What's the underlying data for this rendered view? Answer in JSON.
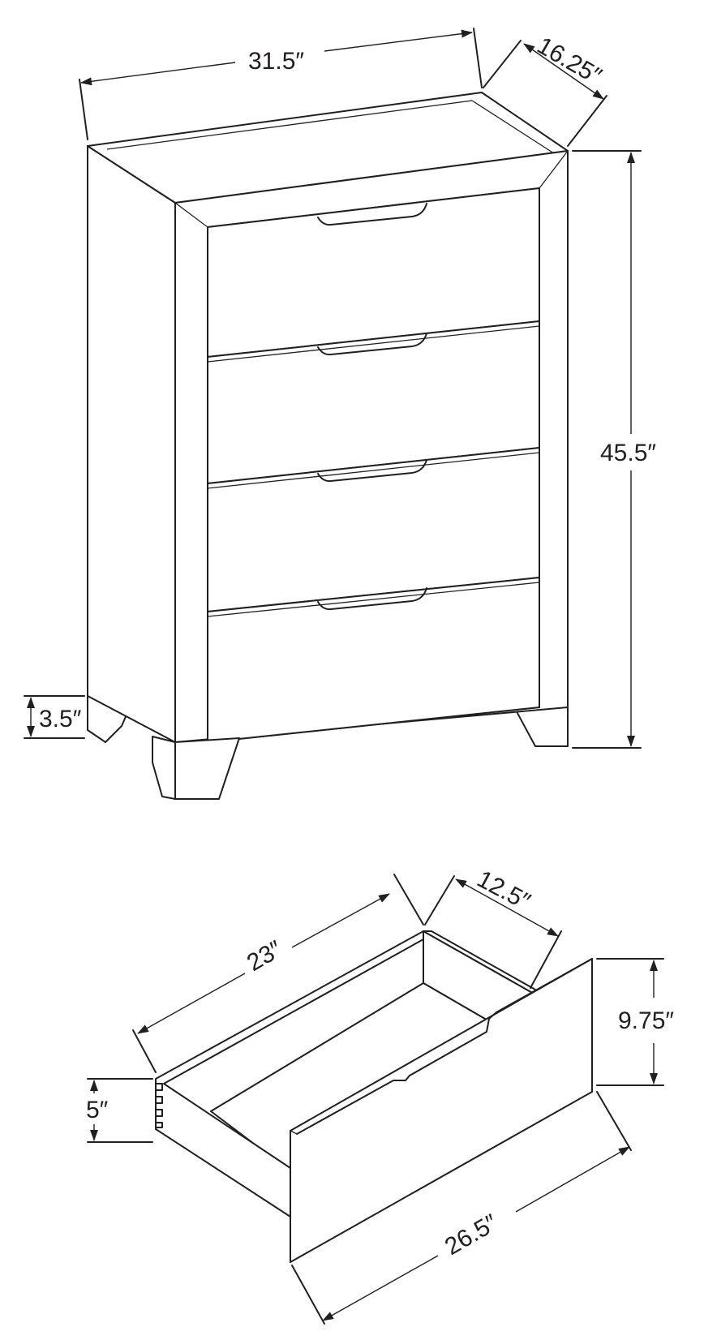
{
  "chest": {
    "width": "31.5″",
    "depth": "16.25″",
    "height": "45.5″",
    "leg_height": "3.5″"
  },
  "drawer": {
    "depth": "23″",
    "inner_width": "12.5″",
    "front_height": "9.75″",
    "side_height": "5″",
    "front_width": "26.5″"
  }
}
